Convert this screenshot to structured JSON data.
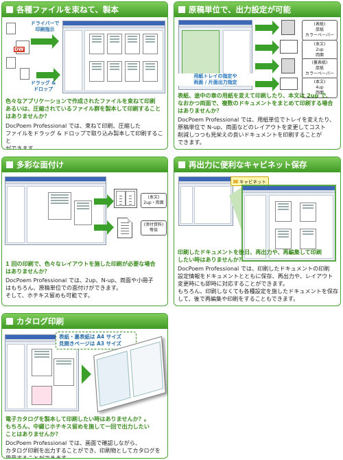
{
  "panels": {
    "p1": {
      "title": "各種ファイルを束ねて、製本",
      "callout_top": "ドライバーで\n印刷指示",
      "callout_bottom": "ドラッグ &\nドロップ",
      "file_tag": "DW",
      "question": "色々なアプリケーションで作成されたファイルを束ねて印刷\nあるいは、圧縮されているファイル群を製本して印刷すること\nはありませんか？",
      "body": "DocPoem Professional では、束ねて印刷、圧縮した\nファイルをドラッグ & ドロップで取り込み製本して印刷すること\nができます。"
    },
    "p2": {
      "title": "原稿単位で、出力設定が可能",
      "callout": "用紙トレイの指定や\n両面 / 片面出力指定",
      "labels": [
        "(表紙)\n厚紙\nカラーペーパー",
        "(本文)\n2up\n両面",
        "(裏表紙)\n厚紙\nカラーペーパー",
        "(本文)\n4up\n両面"
      ],
      "question": "表紙、途中の章の用紙を変えて印刷したり、本文は 2up で、\nなおかつ両面で、複数のドキュメントをまとめて印刷する場合\nはありませんか？",
      "body": "DocPoem Professional では、用紙単位でトレイを変えたり、\n原稿単位で N-up、両面などのレイアウトを変更してコスト\n削減しつつも見栄えの良いドキュメントを印刷することが\nできます。"
    },
    "p3": {
      "title": "多彩な面付け",
      "labels": [
        "(本文)\n2up・両面",
        "(添付資料)\n等倍"
      ],
      "question": "1 回の印刷で、色々なレイアウトを施した印刷が必要な場合\nはありませんか？",
      "body": "DocPoem Professional では、2up、N-up、両面や小冊子\nはもちろん、原稿単位での面付けができます。\nそして、ホチキス留めも可能です。"
    },
    "p4": {
      "title": "再出力に便利なキャビネット保存",
      "tab_label": "キャビネット",
      "question": "印刷したドキュメントを後日、再出力や、再編集して印刷\nしたい時はありませんか？",
      "body": "DocPoem Professional では、印刷したドキュメントの印刷\n設定情報をドキュメントとともに保存、再出力や、レイアウト\n変更時にも即時に対応することができます。\nもちろん、印刷しなくても各種設定を施したドキュメントを保存\nして、後で再編集や印刷をすることもできます。"
    },
    "p5": {
      "title": "カタログ印刷",
      "note": "表紙・裏表紙は A4 サイズ\n見開きページは A3 サイズ",
      "question": "電子カタログを製本して印刷したい時はありませんか？。\nもちろん、中綴じホチキス留めを施して一回で出力したい\nことはありませんか？",
      "body": "DocPoem Professional では、画面で確認しながら、\nカタログ印刷を出力することができ、印刷物としてカタログを\n用意することができます。"
    }
  },
  "colors": {
    "accent": "#3f9a24",
    "question": "#3a8a1e",
    "window_bar": "#3b67b6"
  }
}
